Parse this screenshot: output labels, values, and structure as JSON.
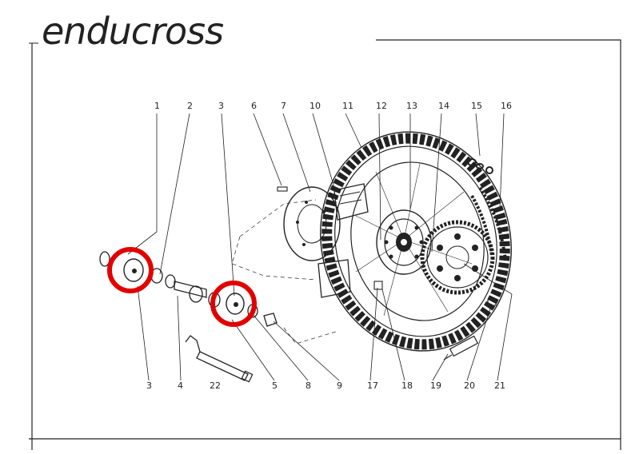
{
  "header": {
    "brand": "enducross"
  },
  "colors": {
    "ink": "#222222",
    "highlight": "#e00000",
    "paper": "#ffffff"
  },
  "labels": {
    "top": [
      "1",
      "2",
      "3",
      "6",
      "7",
      "10",
      "11",
      "12",
      "13",
      "14",
      "15",
      "16"
    ],
    "bottom": [
      "3",
      "4",
      "22",
      "5",
      "8",
      "9",
      "17",
      "18",
      "19",
      "20",
      "21"
    ]
  }
}
